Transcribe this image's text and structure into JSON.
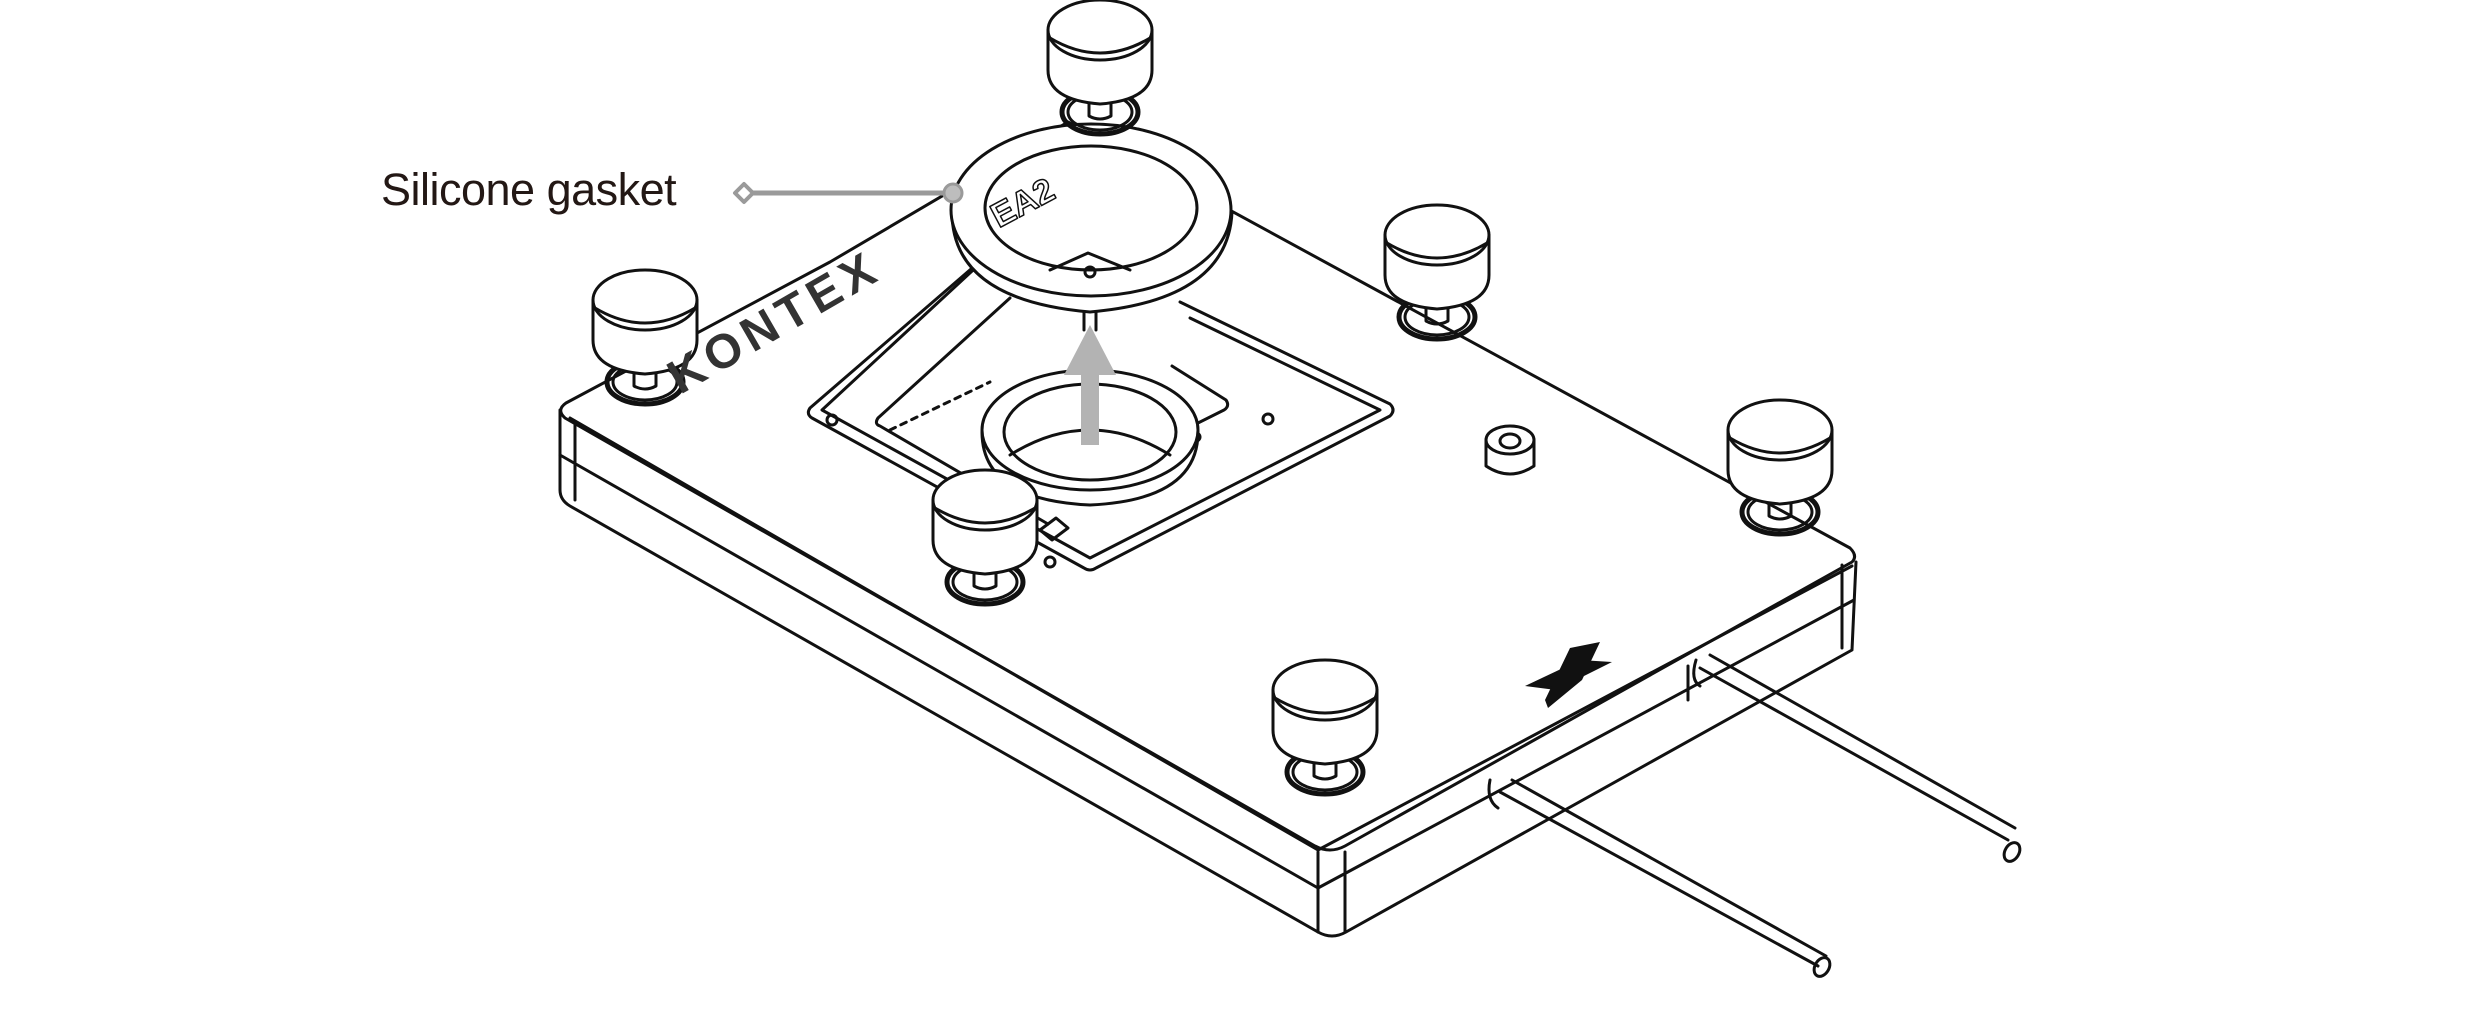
{
  "figure": {
    "title": "Water block gasket installation diagram",
    "callouts": [
      {
        "label": "Silicone gasket",
        "target": "silicone-gasket"
      }
    ],
    "markings": {
      "brand_text": "KONTEX",
      "gasket_text": "EA2"
    },
    "colors": {
      "line": "#111111",
      "leader": "#9a9a9a",
      "leader_dot": "#bdbdbd",
      "arrow": "#b3b3b3",
      "label": "#231815",
      "logo": "#333333"
    },
    "components": [
      "base-plate",
      "silicone-gasket",
      "center-socket",
      "mounting-frame",
      "thumb-screw-knob-x7",
      "small-nut",
      "tube-left",
      "tube-right",
      "x-logo"
    ]
  }
}
